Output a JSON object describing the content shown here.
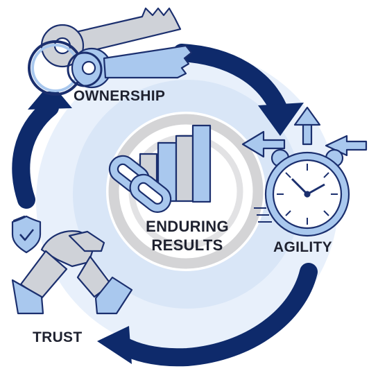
{
  "diagram": {
    "stages": [
      {
        "id": "ownership",
        "label": "OWNERSHIP",
        "icon": "keys-icon"
      },
      {
        "id": "agility",
        "label": "AGILITY",
        "icon": "stopwatch-icon"
      },
      {
        "id": "trust",
        "label": "TRUST",
        "icon": "handshake-shield-icon"
      }
    ],
    "center": {
      "line1": "ENDURING",
      "line2": "RESULTS",
      "icon": "chain-bar-chart-icon"
    },
    "colors": {
      "navy": "#0e2a6b",
      "light_blue": "#a9c8ee",
      "pale_blue": "#e3edf9",
      "ring_gray": "#d4d4d6",
      "outline": "#1b2f6e",
      "gray_fill": "#cfd2d8"
    }
  }
}
